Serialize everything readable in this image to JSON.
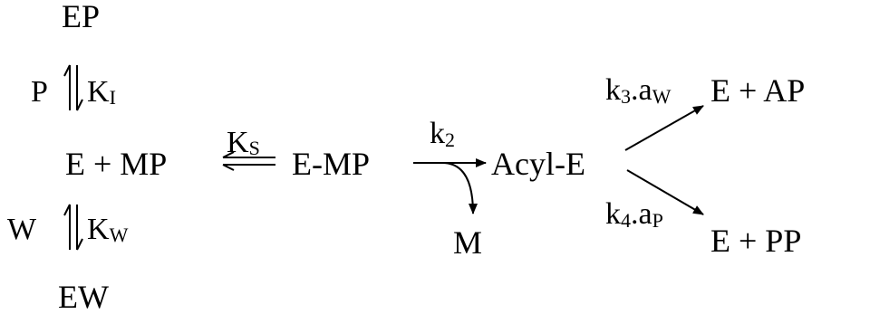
{
  "species": {
    "ep": "EP",
    "e_mp": "E + MP",
    "emp": "E-MP",
    "acyl": "Acyl-E",
    "m": "M",
    "ew": "EW",
    "e_ap": "E + AP",
    "e_pp": "E + PP"
  },
  "equilibria": {
    "inhibitor": {
      "ligand": "P",
      "constant": "K",
      "subscript": "I"
    },
    "water": {
      "ligand": "W",
      "constant": "K",
      "subscript": "W"
    },
    "substrate": {
      "constant": "K",
      "subscript": "S"
    }
  },
  "rates": {
    "k2": {
      "symbol": "k",
      "subscript": "2"
    },
    "k3": {
      "symbol": "k",
      "subscript": "3",
      "dot": ".",
      "activity": "a",
      "activity_subscript": "W"
    },
    "k4": {
      "symbol": "k",
      "subscript": "4",
      "dot": ".",
      "activity": "a",
      "activity_subscript": "P"
    }
  },
  "colors": {
    "ink": "#000000",
    "background": "#ffffff"
  }
}
